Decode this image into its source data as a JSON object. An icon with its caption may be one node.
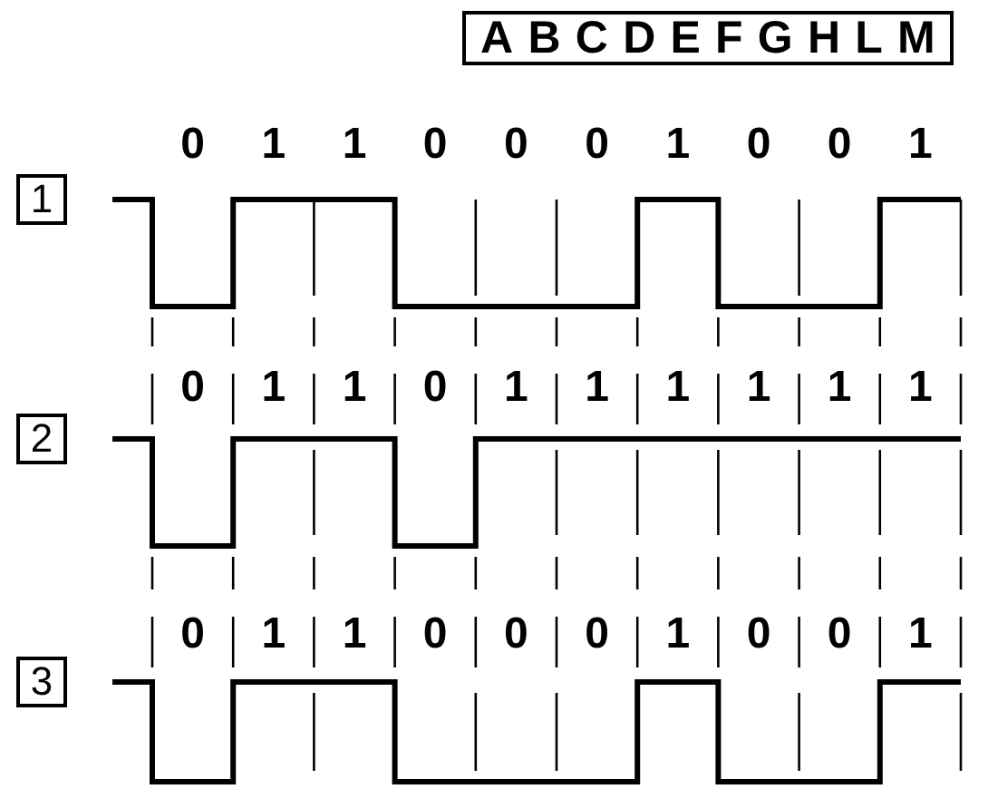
{
  "diagram": {
    "nodes": [
      {
        "text": [
          "A",
          "B",
          "C",
          "D",
          "E",
          "F",
          "G",
          "H",
          "L",
          "M"
        ]
      },
      {
        "text": [
          "1"
        ]
      },
      {
        "text": [
          "2"
        ]
      },
      {
        "text": [
          "3"
        ]
      }
    ],
    "labels": [
      "0",
      "1",
      "1",
      "0",
      "0",
      "0",
      "1",
      "0",
      "0",
      "1",
      "0",
      "1",
      "1",
      "0",
      "1",
      "1",
      "1",
      "1",
      "1",
      "1",
      "0",
      "1",
      "1",
      "0",
      "0",
      "0",
      "1",
      "0",
      "0",
      "1"
    ]
  }
}
